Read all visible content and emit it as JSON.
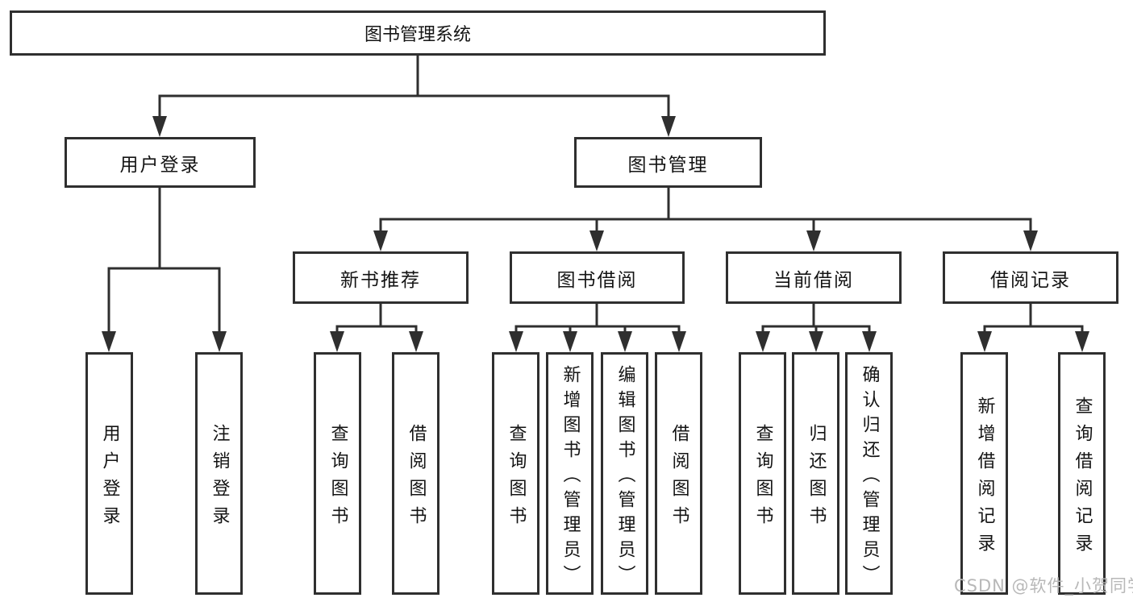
{
  "tree": {
    "label": "图书管理系统",
    "children": [
      {
        "label": "用户登录",
        "children": [
          {
            "label": "用户登录"
          },
          {
            "label": "注销登录"
          }
        ]
      },
      {
        "label": "图书管理",
        "children": [
          {
            "label": "新书推荐",
            "children": [
              {
                "label": "查询图书"
              },
              {
                "label": "借阅图书"
              }
            ]
          },
          {
            "label": "图书借阅",
            "children": [
              {
                "label": "查询图书"
              },
              {
                "label": "新增图书（管理员）"
              },
              {
                "label": "编辑图书（管理员）"
              },
              {
                "label": "借阅图书"
              }
            ]
          },
          {
            "label": "当前借阅",
            "children": [
              {
                "label": "查询图书"
              },
              {
                "label": "归还图书"
              },
              {
                "label": "确认归还（管理员）"
              }
            ]
          },
          {
            "label": "借阅记录",
            "children": [
              {
                "label": "新增借阅记录"
              },
              {
                "label": "查询借阅记录"
              }
            ]
          }
        ]
      }
    ]
  },
  "watermark": {
    "text": "CSDN @软件_小贺同学"
  },
  "colors": {
    "line": "#2f2f2f",
    "box_border": "#2f2f2f",
    "text": "#141414",
    "watermark": "#b8b8b8",
    "background": "#ffffff"
  }
}
